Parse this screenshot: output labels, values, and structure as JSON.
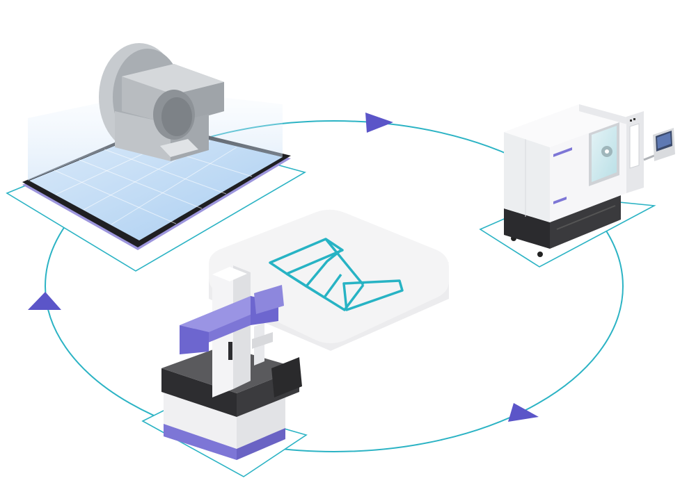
{
  "diagram": {
    "cycle_nodes": [
      {
        "id": "tablet-cad",
        "icon": "tablet-with-3d-part-icon"
      },
      {
        "id": "cnc-machine",
        "icon": "cnc-machine-icon"
      },
      {
        "id": "cmm-inspection",
        "icon": "coordinate-measuring-machine-icon"
      }
    ],
    "center_logo": {
      "icon": "brand-logo-icon"
    },
    "flow_direction": "clockwise",
    "arrows": 3,
    "colors": {
      "loop_line": "#2bb3c4",
      "arrow": "#5b55c8",
      "logo_stroke": "#27b3c4",
      "accent_purple": "#7d76d6",
      "tablet_blue": "#bcd8f3",
      "machine_white": "#f2f2f4",
      "machine_dark": "#333335",
      "part_grey": "#b8bcc0"
    }
  }
}
